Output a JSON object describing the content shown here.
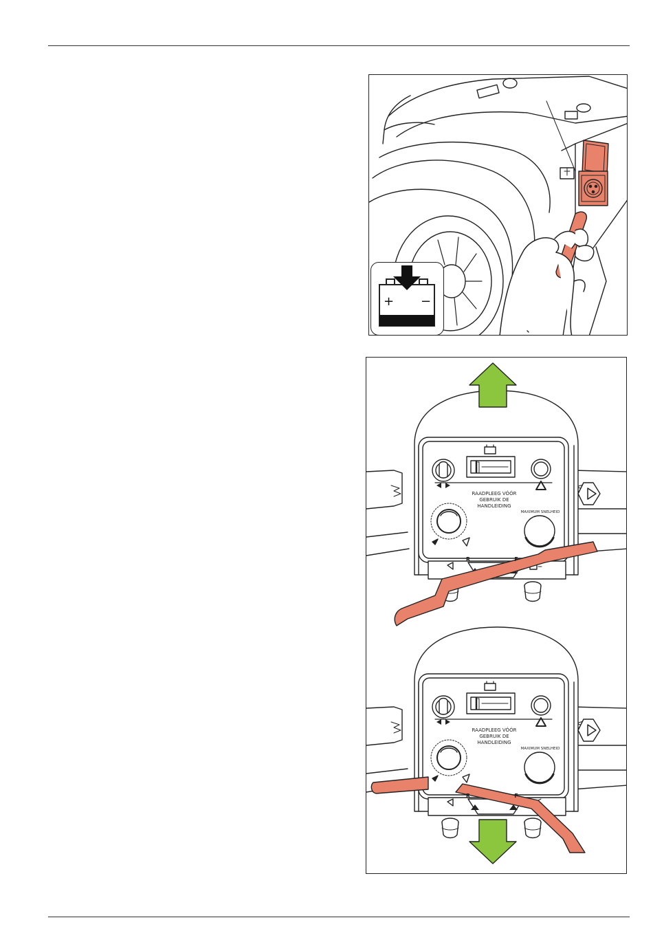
{
  "figure_charging": {
    "battery_plus": "+",
    "battery_minus": "−"
  },
  "panel": {
    "line1": "RAADPLEEG VÓÓR",
    "line2": "GEBRUIK DE",
    "line3": "HANDLEIDING",
    "speed_dial_label": "MAXIMUM SNELHEID",
    "reverse_label": "R",
    "forward_label": "F"
  },
  "colors": {
    "accent_red": "#e8826a",
    "arrow_green": "#8cc63f",
    "line": "#222222"
  },
  "icons": [
    "battery-charge-icon",
    "battery-icon",
    "turn-signal-icon",
    "hazard-icon",
    "horn-icon",
    "light-icon",
    "arrow-up-icon",
    "arrow-down-icon"
  ]
}
